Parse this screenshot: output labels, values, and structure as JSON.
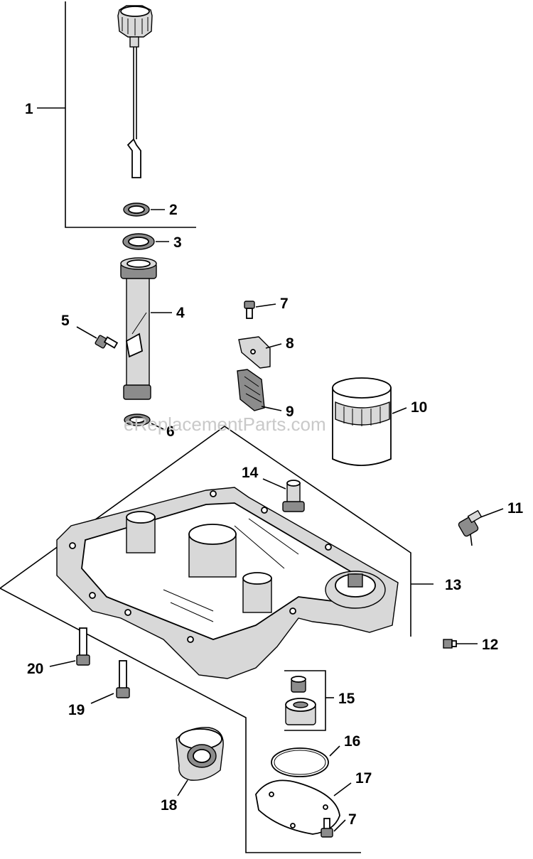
{
  "watermark": "eReplacementParts.com",
  "callouts": {
    "c1": "1",
    "c2": "2",
    "c3": "3",
    "c4": "4",
    "c5": "5",
    "c6": "6",
    "c7a": "7",
    "c7b": "7",
    "c8": "8",
    "c9": "9",
    "c10": "10",
    "c11": "11",
    "c12": "12",
    "c13": "13",
    "c14": "14",
    "c15": "15",
    "c16": "16",
    "c17": "17",
    "c18": "18",
    "c19": "19",
    "c20": "20"
  }
}
